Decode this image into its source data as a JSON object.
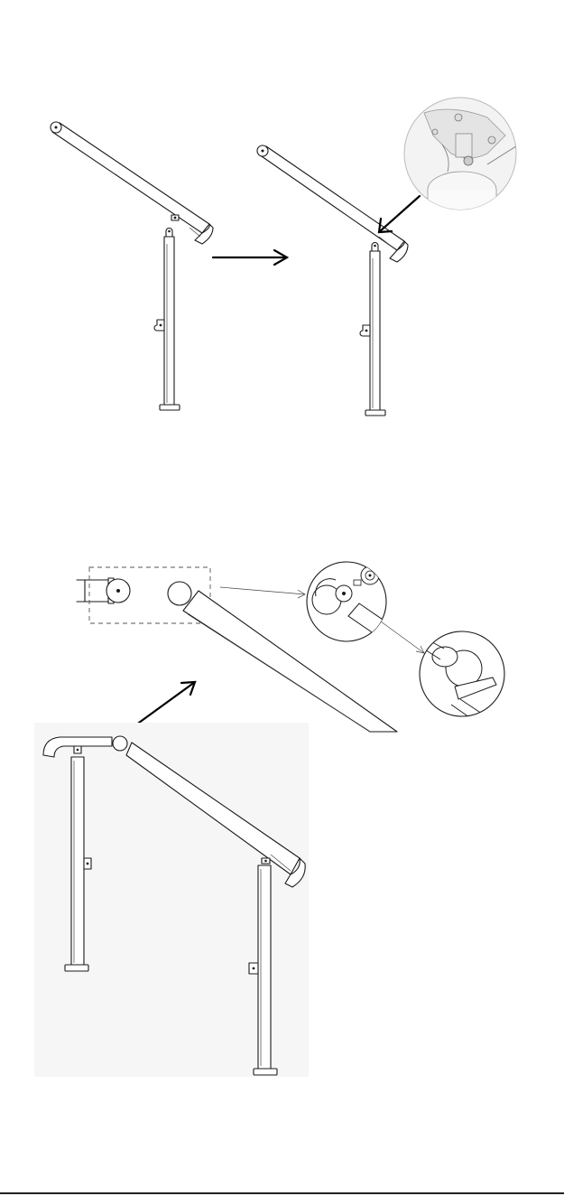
{
  "document": {
    "type": "assembly-instructions",
    "figures": [
      {
        "id": "step-attach-rail-to-post",
        "text": []
      },
      {
        "id": "step-join-rails-ball-joint",
        "text": []
      }
    ]
  },
  "colors": {
    "line": "#1a1a1a",
    "background": "#ffffff",
    "photo_bg": "#f3f3f3"
  },
  "icons": [
    "right-arrow-icon",
    "pointer-arrow-icon",
    "diagonal-arrow-icon"
  ]
}
